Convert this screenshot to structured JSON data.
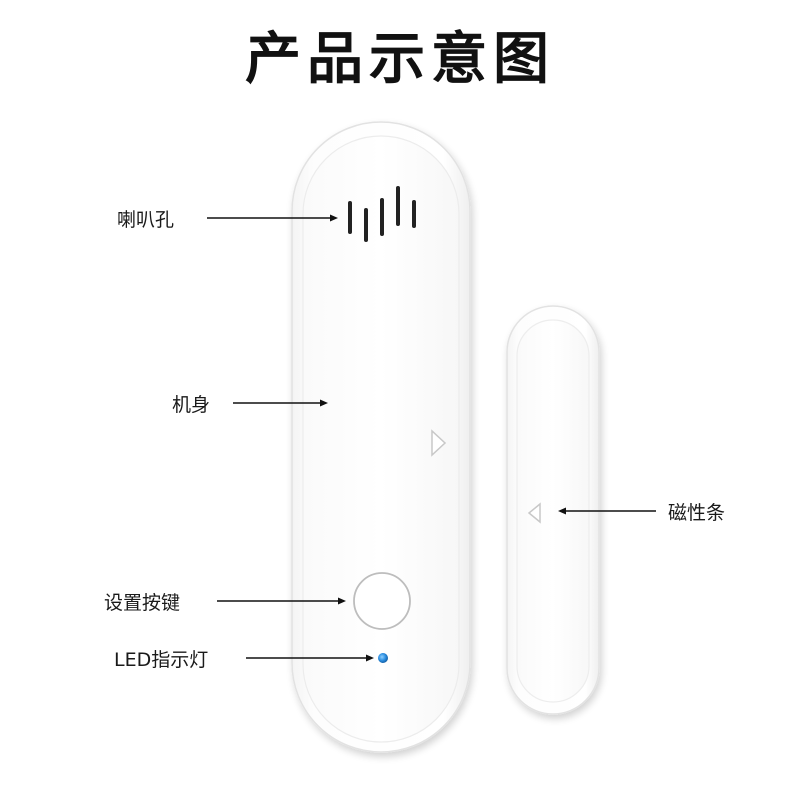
{
  "title": "产品示意图",
  "labels": {
    "speaker_holes": "喇叭孔",
    "body": "机身",
    "settings_button": "设置按键",
    "led_indicator": "LED指示灯",
    "magnetic_strip": "磁性条"
  },
  "colors": {
    "led": "#2a8de0",
    "device_body": "#ffffff",
    "device_outline": "#e4e4e4"
  }
}
